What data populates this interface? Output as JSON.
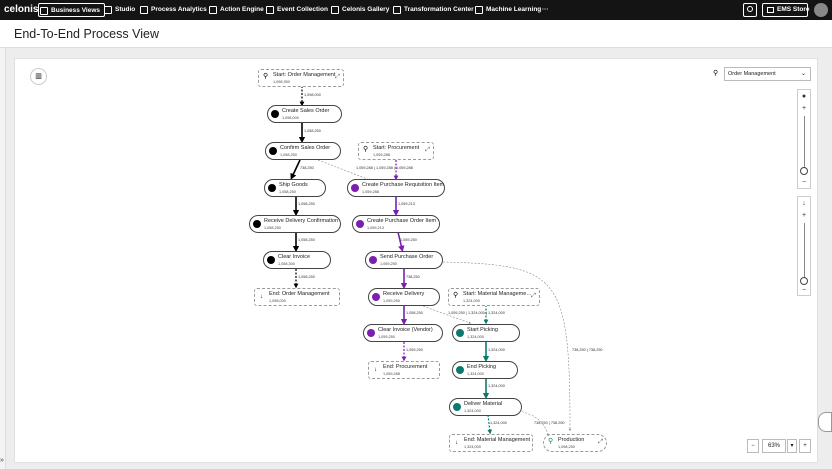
{
  "app": {
    "logo": "celonis",
    "nav": [
      {
        "label": "Business Views",
        "active": true
      },
      {
        "label": "Studio"
      },
      {
        "label": "Process Analytics"
      },
      {
        "label": "Action Engine"
      },
      {
        "label": "Event Collection"
      },
      {
        "label": "Celonis Gallery"
      },
      {
        "label": "Transformation Center"
      },
      {
        "label": "Machine Learning"
      }
    ],
    "more": "···",
    "store": "EMS Store"
  },
  "page": {
    "title": "End-To-End Process View"
  },
  "controls": {
    "process_select": "Order Management",
    "zoom": "63%",
    "zoom_minus": "−",
    "zoom_plus": "+",
    "caret": "▾"
  },
  "colors": {
    "order": "#000000",
    "procurement": "#7a1fb0",
    "material": "#0b7a6e"
  },
  "nodes": {
    "start_om": {
      "title": "Start: Order Management",
      "count": "1,098,350"
    },
    "create_so": {
      "title": "Create Sales Order",
      "count": "1,098,000"
    },
    "confirm_so": {
      "title": "Confirm Sales Order",
      "count": "1,058,250"
    },
    "ship": {
      "title": "Ship Goods",
      "count": "1,058,250"
    },
    "receive_conf": {
      "title": "Receive Delivery Confirmation",
      "count": "1,058,250"
    },
    "clear_inv": {
      "title": "Clear Invoice",
      "count": "1,058,300"
    },
    "end_om": {
      "title": "End: Order Management",
      "count": "1,098,000"
    },
    "start_proc": {
      "title": "Start: Procurement",
      "count": "1,059,288"
    },
    "create_pri": {
      "title": "Create Purchase Requisition Item",
      "count": "1,059,288"
    },
    "create_poi": {
      "title": "Create Purchase Order Item",
      "count": "1,059,213"
    },
    "send_po": {
      "title": "Send Purchase Order",
      "count": "1,059,250"
    },
    "receive_del": {
      "title": "Receive Delivery",
      "count": "1,059,250"
    },
    "clear_inv_v": {
      "title": "Clear Invoice (Vendor)",
      "count": "1,059,250"
    },
    "end_proc": {
      "title": "End: Procurement",
      "count": "1,059,288"
    },
    "start_mm": {
      "title": "Start: Material Manageme…",
      "count": "1,324,000"
    },
    "start_pick": {
      "title": "Start Picking",
      "count": "1,324,000"
    },
    "end_pick": {
      "title": "End Picking",
      "count": "1,324,000"
    },
    "deliver": {
      "title": "Deliver Material",
      "count": "1,324,000"
    },
    "end_mm": {
      "title": "End: Material Management",
      "count": "1,324,000"
    },
    "production": {
      "title": "Production",
      "count": "1,098,250"
    }
  },
  "edges": {
    "e1": "1,098,000",
    "e2": "1,058,250",
    "e3": "738,250",
    "e4": "1,059,288 | 1,059,288 | 1,059,288",
    "e5": "1,058,250",
    "e6": "1,059,213",
    "e7": "1,058,250",
    "e8": "1,059,250",
    "e9": "1,058,250",
    "e10": "738,250",
    "e11": "1,058,250",
    "e12": "1,059,250 | 1,324,000 | 1,324,000",
    "e13": "1,059,250",
    "e14": "1,059,250",
    "e15": "1,324,000",
    "e16": "1,324,000",
    "e17": "1,324,000",
    "e18": "738,250 | 738,250",
    "e19": "738,250 | 738,250"
  }
}
